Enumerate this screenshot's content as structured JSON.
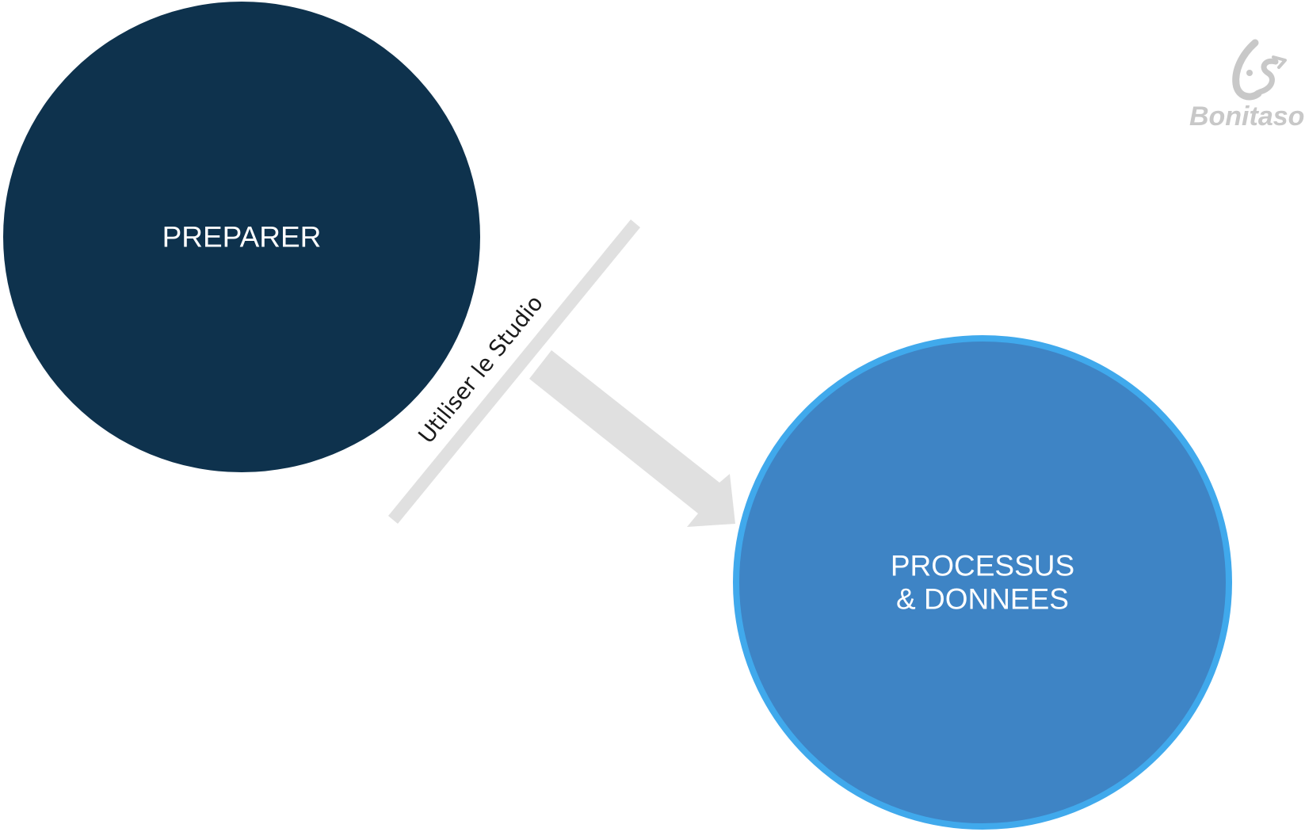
{
  "logo": {
    "text": "Bonitasoft",
    "icon": "bonitasoft-logo-icon",
    "color": "#c8c8c8"
  },
  "nodes": {
    "prepare": {
      "label": "PREPARER",
      "fill": "#0e324d"
    },
    "process": {
      "line1": "PROCESSUS",
      "line2": "& DONNEES",
      "fill": "#3e84c5",
      "border": "#40a9ec"
    }
  },
  "connector": {
    "label": "Utiliser le Studio",
    "color": "#e0e0e0"
  }
}
